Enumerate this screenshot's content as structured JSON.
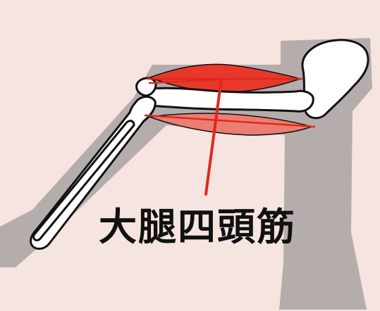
{
  "diagram": {
    "label": "大腿四頭筋",
    "colors": {
      "background": "#f6e4e0",
      "silhouette": "#a9a2a2",
      "bone_fill": "#ffffff",
      "outline": "#111111",
      "muscle_front": "#e8382c",
      "muscle_back": "#ec7d72",
      "leader_line": "#e0281c",
      "label_text": "#111111"
    },
    "icons": [
      "femur-bone",
      "pelvis-bone",
      "tibia-bone",
      "fibula-bone",
      "patella-bone",
      "quadriceps-muscle",
      "hamstring-muscle"
    ]
  }
}
